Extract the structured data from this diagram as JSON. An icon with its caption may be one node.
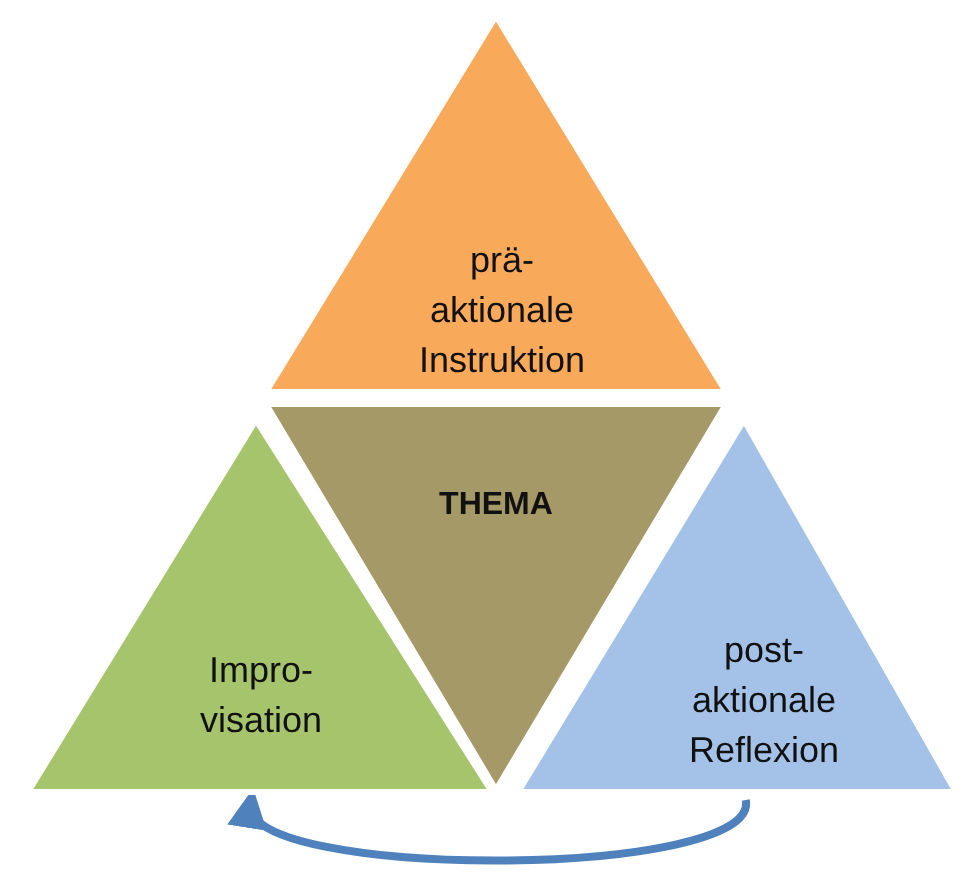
{
  "diagram": {
    "nodes": [
      {
        "text": [
          "prä- aktionale Instruktion"
        ]
      },
      {
        "text": [
          "THEMA"
        ]
      },
      {
        "text": [
          "Impro- visation"
        ]
      },
      {
        "text": [
          "post- aktionale Reflexion"
        ]
      }
    ],
    "edges": [
      {
        "from": 3,
        "to": 2,
        "arrow": "to",
        "color": "#4f81bd"
      }
    ]
  }
}
